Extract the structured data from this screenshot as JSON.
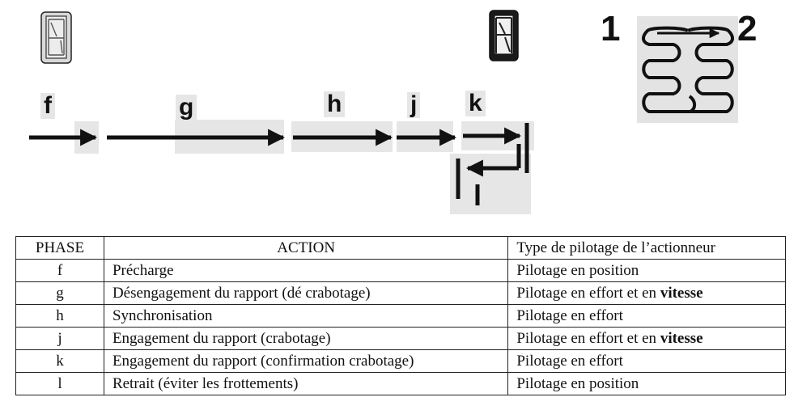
{
  "diagram": {
    "phase_labels": [
      "f",
      "g",
      "h",
      "j",
      "k"
    ],
    "gear_numbers": [
      "1",
      "2"
    ],
    "icons": [
      "gear-display-neutral-icon",
      "gear-display-engaged-icon",
      "shift-gate-icon"
    ]
  },
  "table": {
    "headers": {
      "phase": "PHASE",
      "action": "ACTION",
      "type": "Type de pilotage de l’actionneur"
    },
    "rows": [
      {
        "phase": "f",
        "action": "Précharge",
        "type": "Pilotage en position",
        "type_bold": ""
      },
      {
        "phase": "g",
        "action": "Désengagement du rapport (dé crabotage)",
        "type": "Pilotage en effort et en ",
        "type_bold": "vitesse"
      },
      {
        "phase": "h",
        "action": "Synchronisation",
        "type": "Pilotage en effort",
        "type_bold": ""
      },
      {
        "phase": "j",
        "action": "Engagement du rapport (crabotage)",
        "type": "Pilotage en effort et en ",
        "type_bold": "vitesse"
      },
      {
        "phase": "k",
        "action": "Engagement du rapport (confirmation crabotage)",
        "type": "Pilotage en effort",
        "type_bold": ""
      },
      {
        "phase": "l",
        "action": "Retrait (éviter les frottements)",
        "type": "Pilotage en position",
        "type_bold": ""
      }
    ]
  }
}
